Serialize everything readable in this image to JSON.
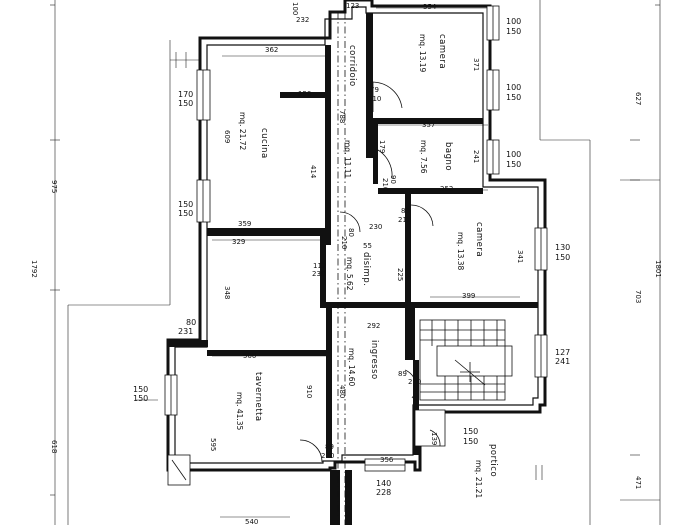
{
  "rooms": {
    "cucina": {
      "name": "cucina",
      "area": "mq. 21.72"
    },
    "camera_top": {
      "name": "camera",
      "area": "mq. 13.19"
    },
    "corridoio": {
      "name": "corridoio",
      "area": "mq. 11.11"
    },
    "bagno": {
      "name": "bagno",
      "area": "mq. 7.56"
    },
    "camera_mid": {
      "name": "camera",
      "area": "mq. 13.38"
    },
    "disimp": {
      "name": "disimp.",
      "area": "mq. 5.62"
    },
    "ingresso": {
      "name": "ingresso",
      "area": "mq. 14.60"
    },
    "tavernetta": {
      "name": "tavernetta",
      "area": "mq. 41.35"
    },
    "portico": {
      "name": "portico",
      "area": "mq. 21.21"
    }
  },
  "dims": {
    "t1": "100",
    "t2": "232",
    "t3": "123",
    "t4": "354",
    "t5": "100",
    "t6": "150",
    "t7": "362",
    "t8": "170",
    "t9": "150",
    "t10": "150",
    "t11": "79",
    "t12": "210",
    "t13": "371",
    "t14": "100",
    "t15": "150",
    "t16": "609",
    "t17": "788",
    "t18": "357",
    "t19": "179",
    "t20": "241",
    "t21": "100",
    "t22": "150",
    "t23": "414",
    "t24": "90",
    "t25": "210",
    "t26": "252",
    "t27": "150",
    "t28": "150",
    "t29": "80",
    "t30": "210",
    "t31": "359",
    "t32": "230",
    "t33": "329",
    "t34": "80",
    "t35": "210",
    "t36": "55",
    "t37": "130",
    "t38": "150",
    "t39": "341",
    "t40": "112",
    "t41": "230",
    "t42": "225",
    "t43": "399",
    "t44": "348",
    "t45": "80",
    "t46": "231",
    "t47": "500",
    "t48": "292",
    "t49": "127",
    "t50": "241",
    "t51": "150",
    "t52": "150",
    "t53": "89",
    "t54": "210",
    "t55": "910",
    "t56": "480",
    "t57": "595",
    "t58": "150",
    "t59": "150",
    "t60": "89",
    "t61": "210",
    "t62": "139",
    "t63": "356",
    "t64": "140",
    "t65": "228",
    "t66": "540",
    "t67": "975",
    "t68": "1792",
    "t69": "618",
    "t70": "627",
    "t71": "1801",
    "t72": "703",
    "t73": "471"
  }
}
